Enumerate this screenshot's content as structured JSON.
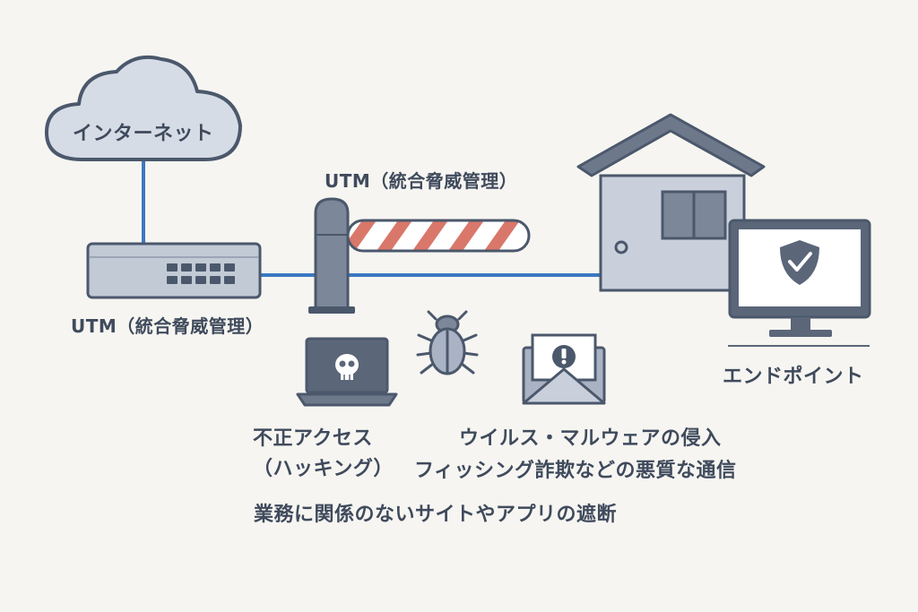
{
  "labels": {
    "internet": "インターネット",
    "utm_device": "UTM（統合脅威管理）",
    "utm_gate": "UTM（統合脅威管理）",
    "endpoint": "エンドポイント"
  },
  "threats": {
    "unauthorized_access_line1": "不正アクセス",
    "unauthorized_access_line2": "（ハッキング）",
    "virus_malware": "ウイルス・マルウェアの侵入",
    "phishing": "フィッシング詐欺などの悪質な通信",
    "block_sites": "業務に関係のないサイトやアプリの遮断"
  },
  "colors": {
    "background": "#f6f5f1",
    "outline": "#4b586c",
    "fill_light": "#c9d0dc",
    "fill_mid": "#a9b3c3",
    "cable": "#3a78c2",
    "barrier_stripe": "#d9776a",
    "text": "#3f4a5c"
  },
  "icons": [
    "cloud-icon",
    "network-switch-icon",
    "barrier-gate-icon",
    "house-icon",
    "monitor-shield-icon",
    "laptop-skull-icon",
    "bug-icon",
    "envelope-warning-icon"
  ]
}
